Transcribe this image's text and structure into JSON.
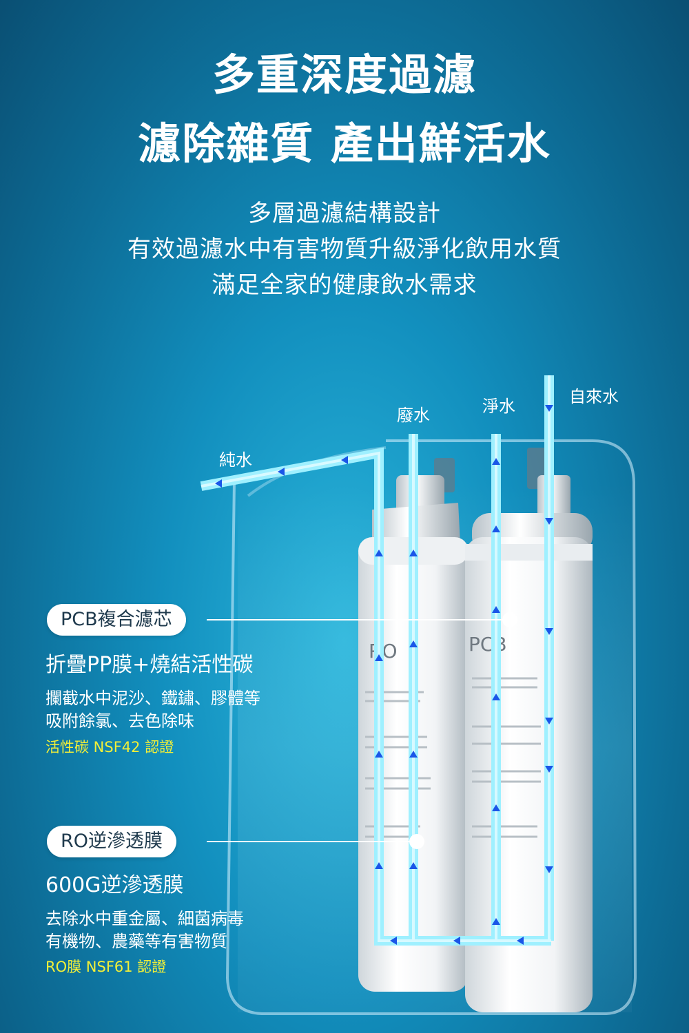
{
  "headline": {
    "line1": "多重深度過濾",
    "line2": "濾除雜質 產出鮮活水"
  },
  "subtitle": {
    "line1": "多層過濾結構設計",
    "line2": "有效過濾水中有害物質升級淨化飲用水質",
    "line3": "滿足全家的健康飲水需求"
  },
  "flow_labels": {
    "tap_water": "自來水",
    "clean_water": "淨水",
    "waste_water": "廢水",
    "pure_water": "純水"
  },
  "filters": {
    "pcb": {
      "name": "PCB複合濾芯",
      "title": "折疊PP膜+燒結活性碳",
      "desc_line1": "攔截水中泥沙、鐵鏽、膠體等",
      "desc_line2": "吸附餘氯、去色除味",
      "cert": "活性碳 NSF42 認證",
      "cartridge_label": "PCB"
    },
    "ro": {
      "name": "RO逆滲透膜",
      "title": "600G逆滲透膜",
      "desc_line1": "去除水中重金屬、細菌病毒",
      "desc_line2": "有機物、農藥等有害物質",
      "cert": "RO膜 NSF61 認證",
      "cartridge_label": "RO"
    }
  },
  "colors": {
    "pipe": "#9ff0ff",
    "arrow": "#1a56e8",
    "cert": "#f2ef38"
  }
}
